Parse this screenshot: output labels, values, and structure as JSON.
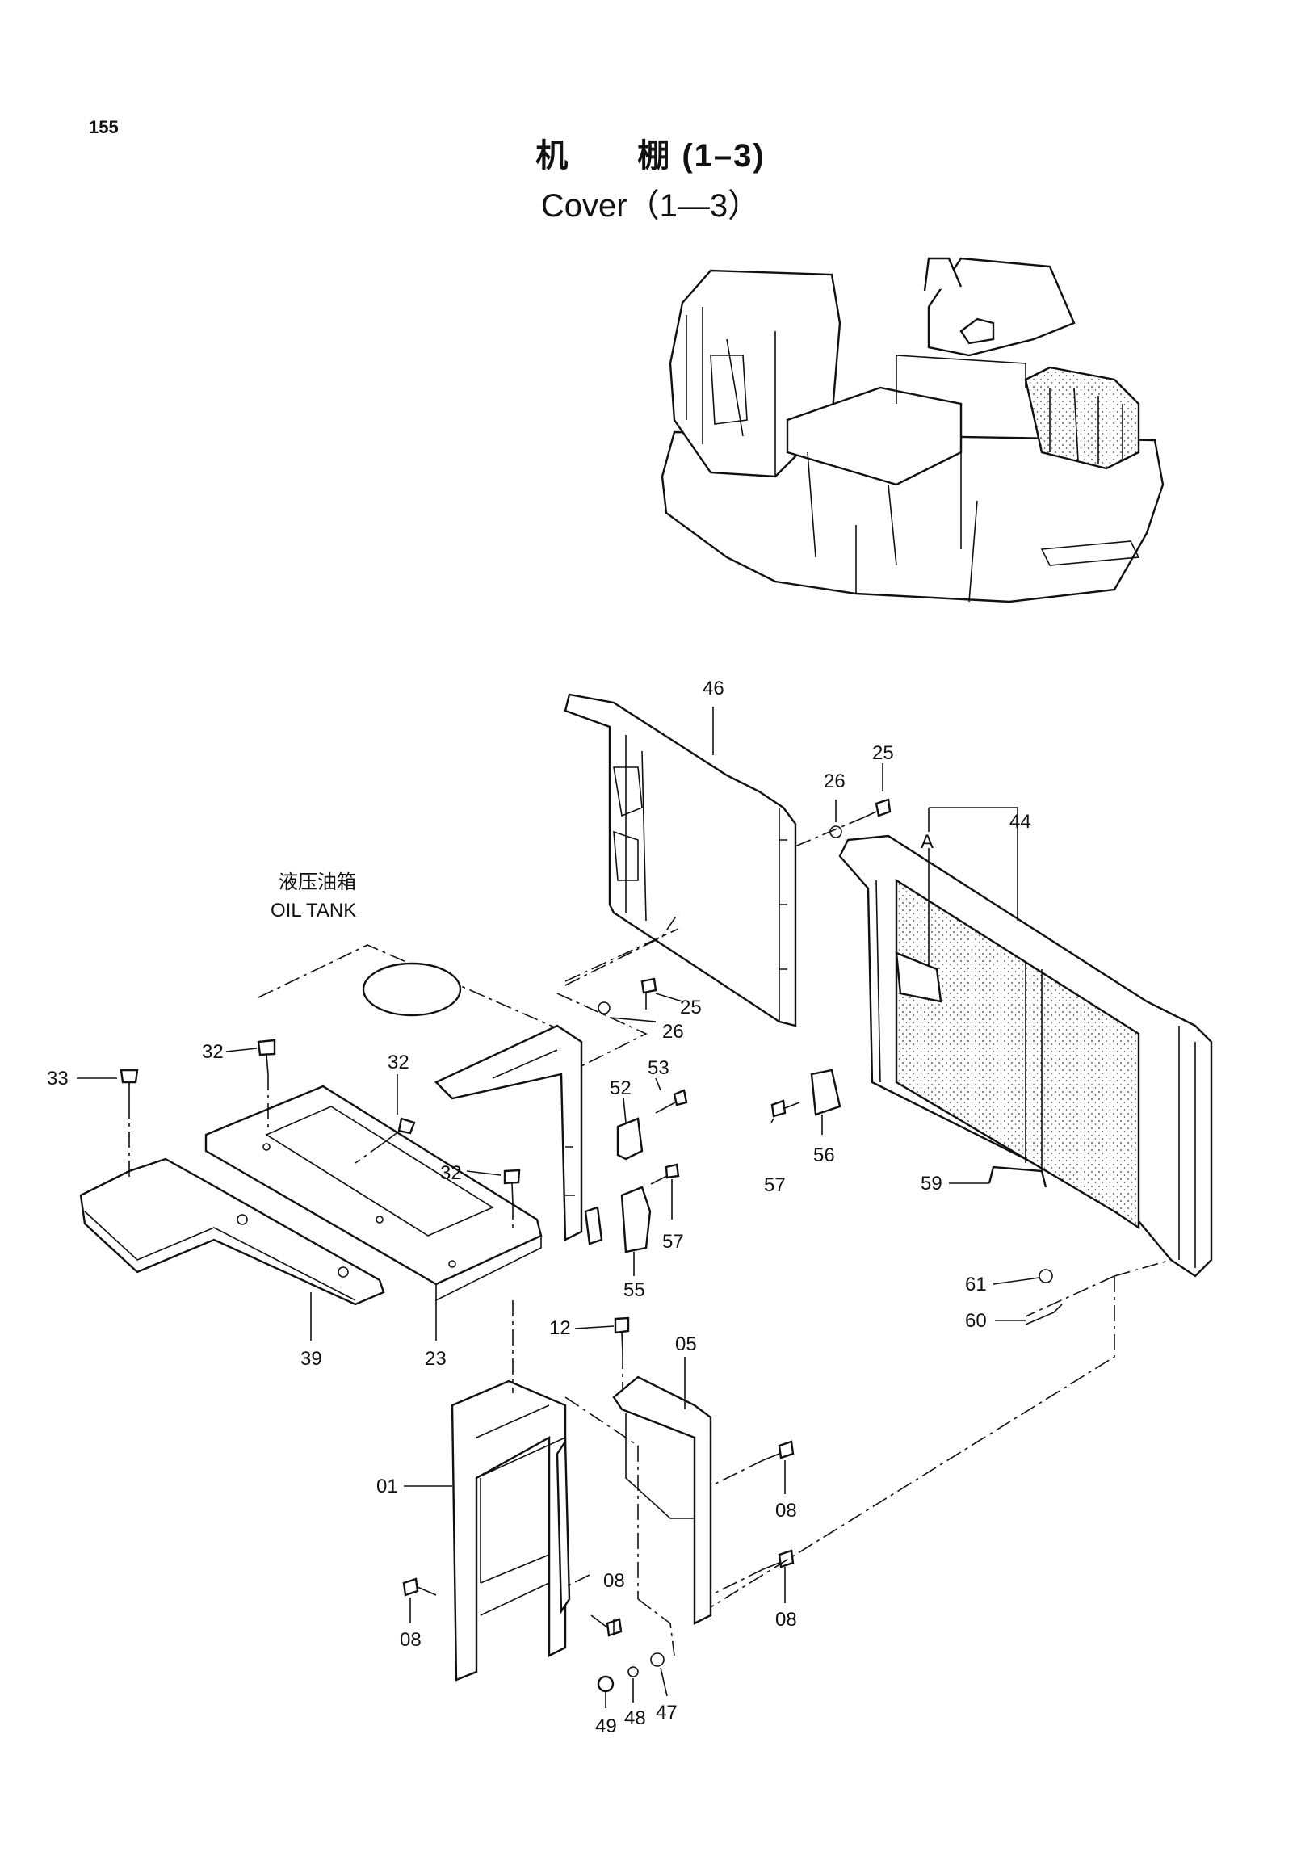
{
  "page_number": "155",
  "title_cn": "机　　棚 (1–3)",
  "title_en": "Cover（1—3）",
  "note": {
    "cn": "液压油箱",
    "en": "OIL TANK",
    "detail_letter": "A"
  },
  "callouts": [
    "46",
    "25",
    "26",
    "44",
    "A",
    "25",
    "26",
    "33",
    "32",
    "32",
    "53",
    "52",
    "32",
    "57",
    "56",
    "59",
    "55",
    "57",
    "61",
    "60",
    "39",
    "23",
    "12",
    "05",
    "01",
    "08",
    "08",
    "08",
    "08",
    "49",
    "48",
    "47"
  ]
}
